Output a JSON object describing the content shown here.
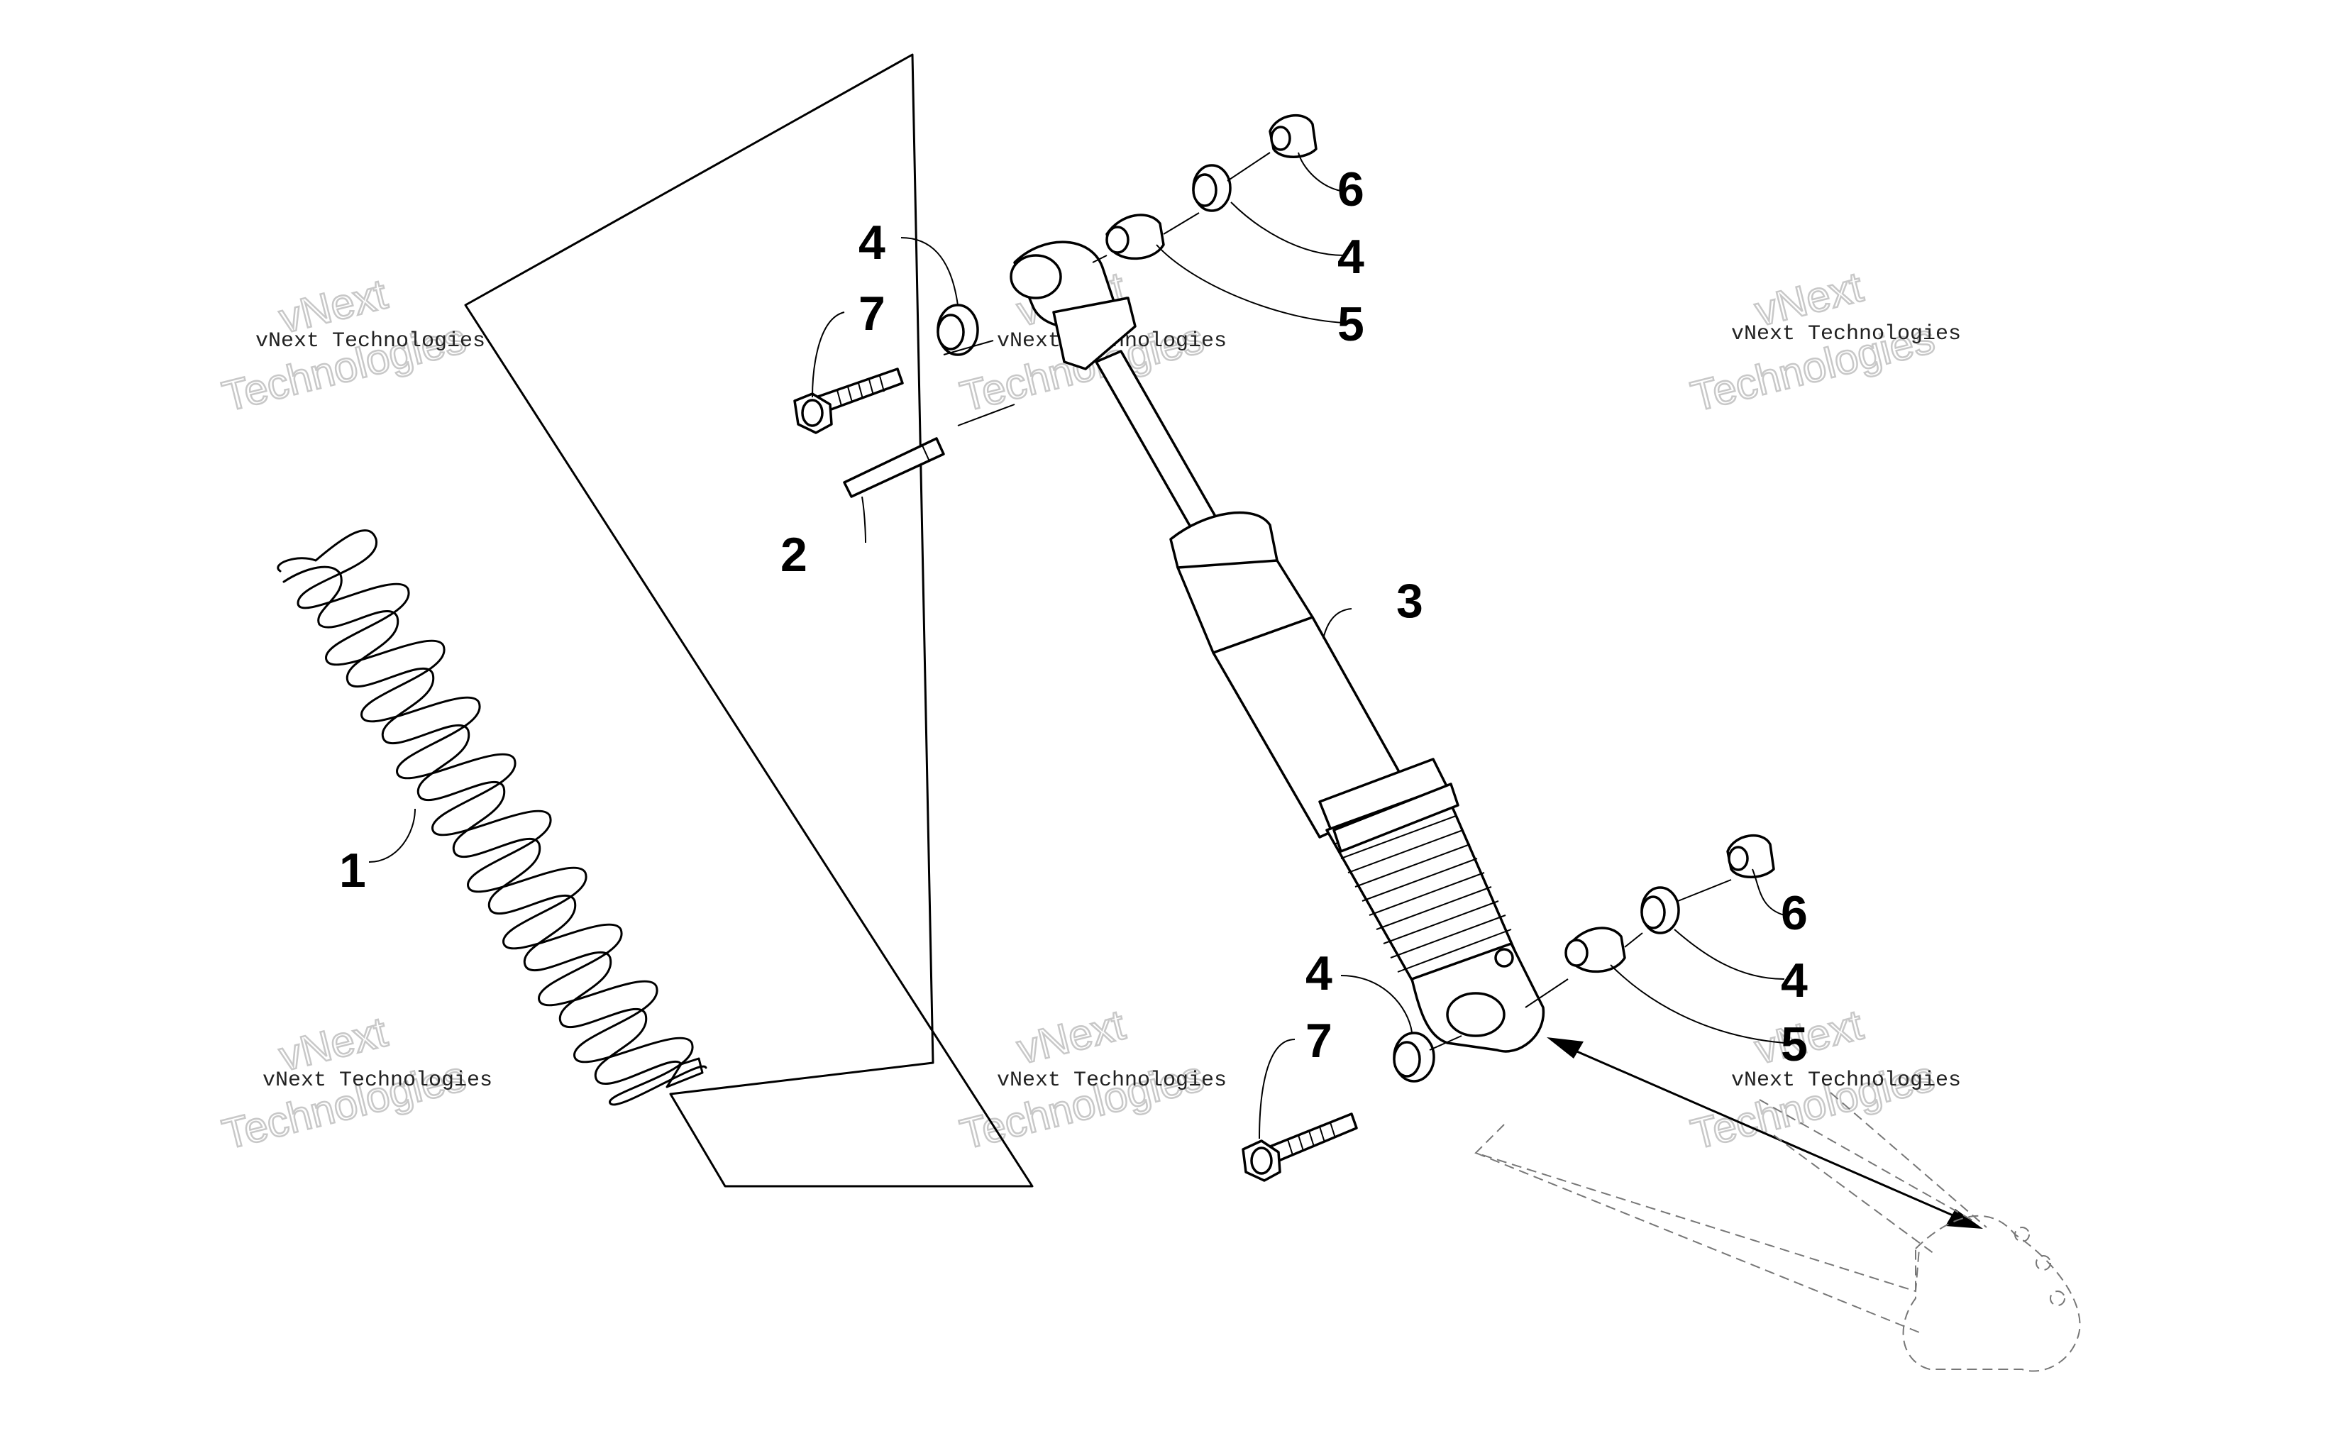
{
  "diagram": {
    "callouts": [
      {
        "id": "c1",
        "label": "1"
      },
      {
        "id": "c2",
        "label": "2"
      },
      {
        "id": "c3",
        "label": "3"
      },
      {
        "id": "c4a",
        "label": "4"
      },
      {
        "id": "c7a",
        "label": "7"
      },
      {
        "id": "c6a",
        "label": "6"
      },
      {
        "id": "c4b",
        "label": "4"
      },
      {
        "id": "c5a",
        "label": "5"
      },
      {
        "id": "c6b",
        "label": "6"
      },
      {
        "id": "c4c",
        "label": "4"
      },
      {
        "id": "c5b",
        "label": "5"
      },
      {
        "id": "c4d",
        "label": "4"
      },
      {
        "id": "c7b",
        "label": "7"
      }
    ],
    "watermark": {
      "text": "vNext Technologies",
      "line1": "vNext",
      "line2": "Technologies"
    }
  },
  "colors": {
    "ink": "#000000",
    "background": "#ffffff",
    "watermark_outline": "#c8c8c8",
    "dashed_lines": "#777777"
  }
}
